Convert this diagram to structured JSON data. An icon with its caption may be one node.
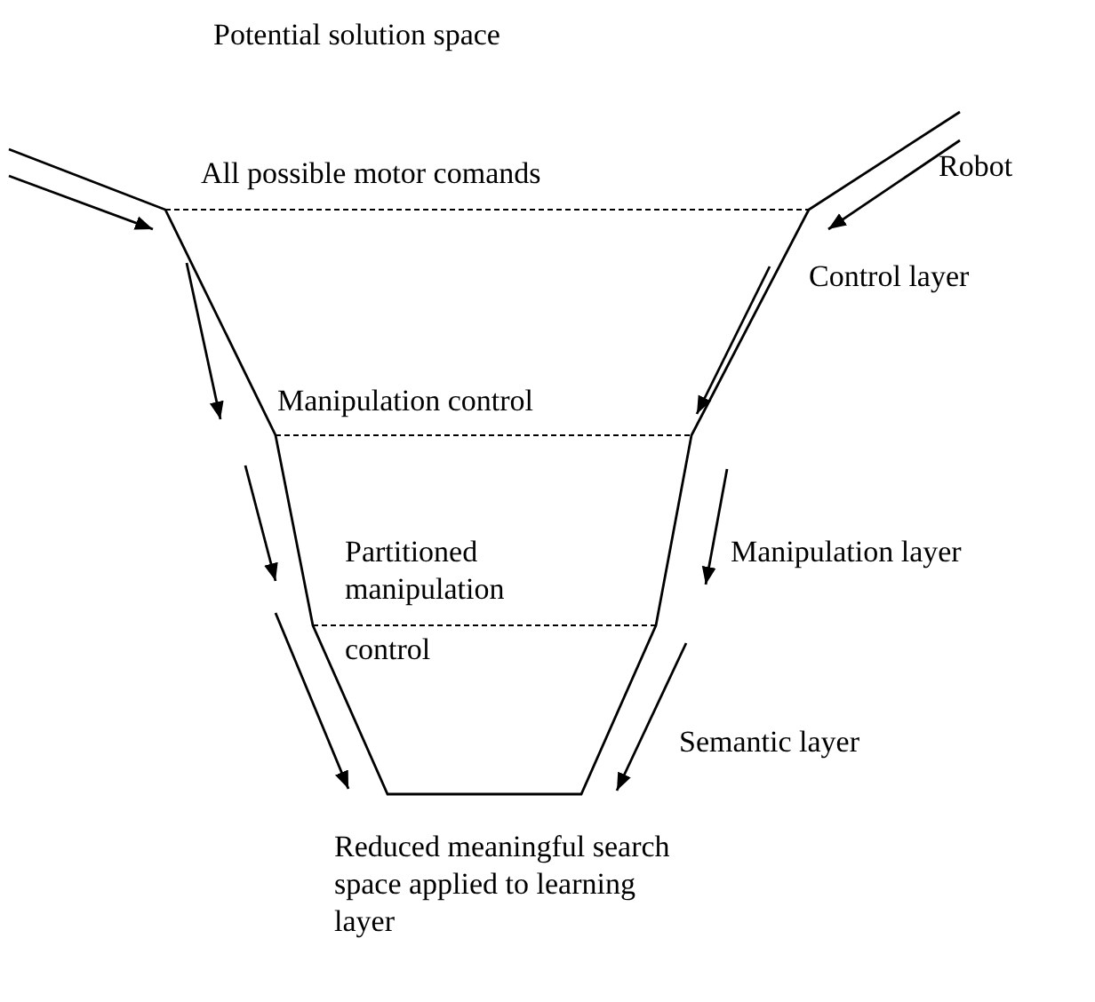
{
  "diagram": {
    "title": "Potential solution space",
    "labels": [
      "All possible motor comands",
      "Robot",
      "Control layer",
      "Manipulation control",
      "Partitioned manipulation",
      "Manipulation layer",
      "control",
      "Semantic layer",
      "Reduced meaningful search space applied to learning layer"
    ]
  }
}
